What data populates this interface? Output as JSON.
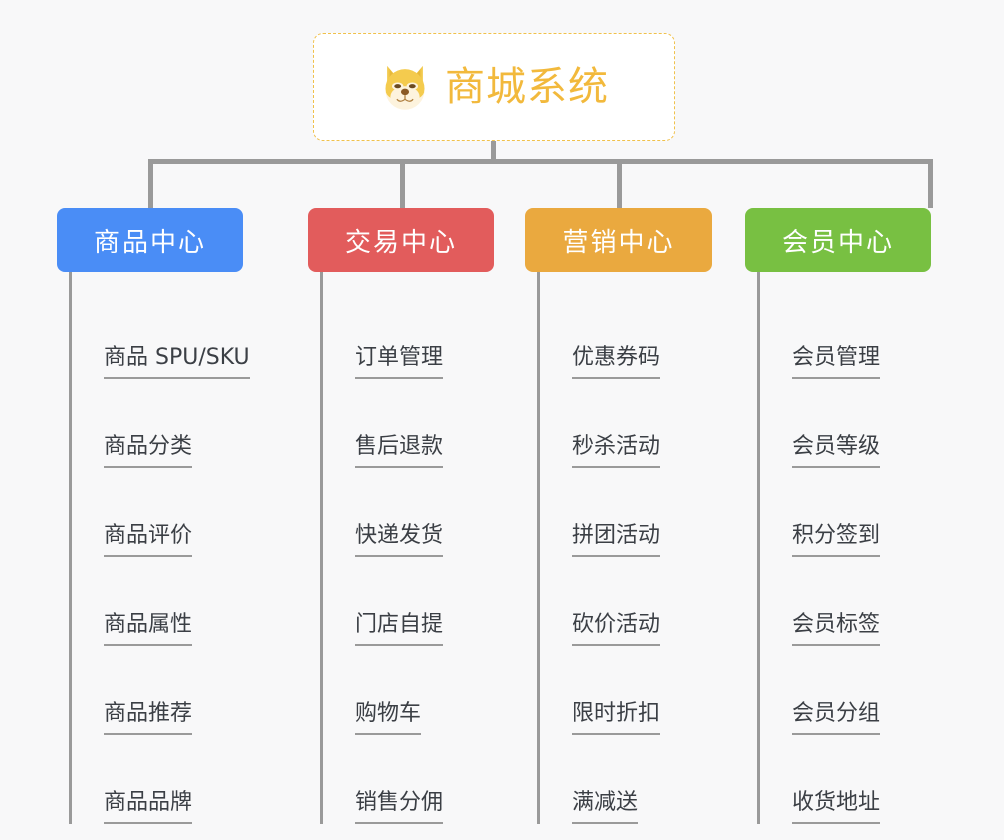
{
  "canvas": {
    "background": "#f8f8f9",
    "connector_color": "#9a9a9a"
  },
  "root": {
    "title": "商城系统",
    "icon": "shiba-dog-icon",
    "text_color": "#f2b93c",
    "border_color": "#f0c14b",
    "background": "#ffffff"
  },
  "columns": [
    {
      "id": "product-center",
      "header": "商品中心",
      "color": "#4a8df6",
      "items": [
        "商品 SPU/SKU",
        "商品分类",
        "商品评价",
        "商品属性",
        "商品推荐",
        "商品品牌"
      ]
    },
    {
      "id": "trade-center",
      "header": "交易中心",
      "color": "#e25c5c",
      "items": [
        "订单管理",
        "售后退款",
        "快递发货",
        "门店自提",
        "购物车",
        "销售分佣"
      ]
    },
    {
      "id": "marketing-center",
      "header": "营销中心",
      "color": "#eaa93f",
      "items": [
        "优惠券码",
        "秒杀活动",
        "拼团活动",
        "砍价活动",
        "限时折扣",
        "满减送"
      ]
    },
    {
      "id": "member-center",
      "header": "会员中心",
      "color": "#78c042",
      "items": [
        "会员管理",
        "会员等级",
        "积分签到",
        "会员标签",
        "会员分组",
        "收货地址"
      ]
    }
  ]
}
